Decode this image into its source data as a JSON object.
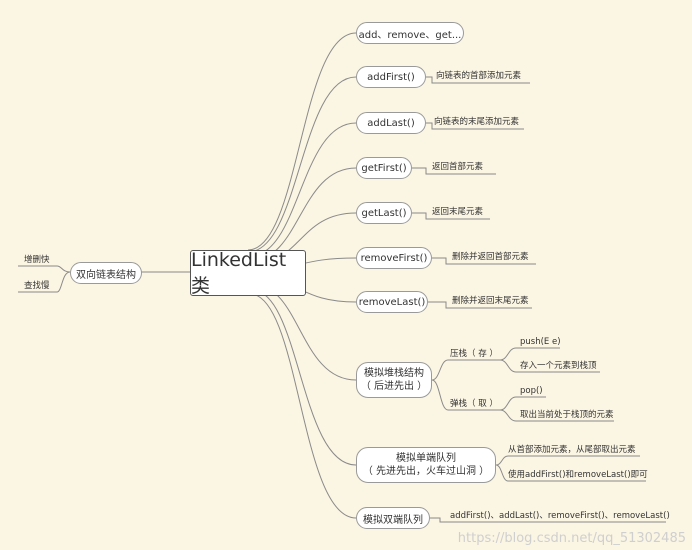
{
  "root": {
    "label": "LinkedList类"
  },
  "left_branch": {
    "label": "双向链表结构",
    "leaves": [
      "增删快",
      "查找慢"
    ]
  },
  "right_nodes": [
    {
      "label": "add、remove、get...",
      "desc": ""
    },
    {
      "label": "addFirst()",
      "desc": "向链表的首部添加元素"
    },
    {
      "label": "addLast()",
      "desc": "向链表的末尾添加元素"
    },
    {
      "label": "getFirst()",
      "desc": "返回首部元素"
    },
    {
      "label": "getLast()",
      "desc": "返回末尾元素"
    },
    {
      "label": "removeFirst()",
      "desc": "删除并返回首部元素"
    },
    {
      "label": "removeLast()",
      "desc": "删除并返回末尾元素"
    }
  ],
  "stack": {
    "label_line1": "模拟堆栈结构",
    "label_line2": "（ 后进先出 ）",
    "push": {
      "label": "压栈（ 存 ）",
      "method": "push(E e)",
      "desc": "存入一个元素到栈顶"
    },
    "pop": {
      "label": "弹栈（ 取 ）",
      "method": "pop()",
      "desc": "取出当前处于栈顶的元素"
    }
  },
  "queue": {
    "label_line1": "模拟单端队列",
    "label_line2": "（ 先进先出，火车过山洞 ）",
    "desc1": "从首部添加元素，从尾部取出元素",
    "desc2": "使用addFirst()和removeLast()即可"
  },
  "deque": {
    "label": "模拟双端队列",
    "desc": "addFirst()、addLast()、removeFirst()、removeLast()"
  },
  "watermark": "https://blog.csdn.net/qq_51302485",
  "colors": {
    "background": "#fbf5e3",
    "line": "#8a8a8a",
    "node_border": "#9a9a9a"
  }
}
